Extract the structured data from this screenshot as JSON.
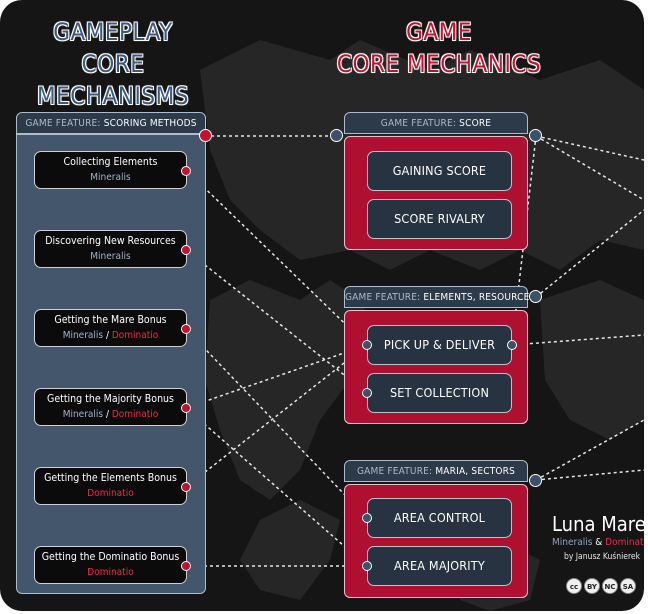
{
  "left_heading": [
    "GAMEPLAY",
    "CORE MECHANISMS"
  ],
  "right_heading": [
    "GAME",
    "CORE MECHANICS"
  ],
  "left_group": {
    "prefix": "GAME FEATURE:",
    "value": "SCORING METHODS",
    "items": [
      {
        "title": "Collecting Elements",
        "sub": [
          {
            "text": "Mineralis",
            "kind": "mineralis"
          }
        ]
      },
      {
        "title": "Discovering New Resources",
        "sub": [
          {
            "text": "Mineralis",
            "kind": "mineralis"
          }
        ]
      },
      {
        "title": "Getting the Mare Bonus",
        "sub": [
          {
            "text": "Mineralis",
            "kind": "mineralis"
          },
          {
            "text": " / ",
            "kind": "sep"
          },
          {
            "text": "Dominatio",
            "kind": "dominatio"
          }
        ]
      },
      {
        "title": "Getting the Majority Bonus",
        "sub": [
          {
            "text": "Mineralis",
            "kind": "mineralis"
          },
          {
            "text": " / ",
            "kind": "sep"
          },
          {
            "text": "Dominatio",
            "kind": "dominatio"
          }
        ]
      },
      {
        "title": "Getting the Elements Bonus",
        "sub": [
          {
            "text": "Dominatio",
            "kind": "dominatio"
          }
        ]
      },
      {
        "title": "Getting the Dominatio Bonus",
        "sub": [
          {
            "text": "Dominatio",
            "kind": "dominatio"
          }
        ]
      }
    ]
  },
  "right_groups": [
    {
      "prefix": "GAME FEATURE:",
      "value": "SCORE",
      "items": [
        "GAINING SCORE",
        "SCORE RIVALRY"
      ]
    },
    {
      "prefix": "GAME FEATURE:",
      "value": "ELEMENTS, RESOURCES",
      "items": [
        "PICK UP & DELIVER",
        "SET COLLECTION"
      ]
    },
    {
      "prefix": "GAME FEATURE:",
      "value": "MARIA, SECTORS",
      "items": [
        "AREA CONTROL",
        "AREA MAJORITY"
      ]
    }
  ],
  "brand": {
    "title": "Luna Mare",
    "sub_1": "Mineralis",
    "amp": " & ",
    "sub_2": "Dominatio",
    "author": "by Janusz Kuśnierek"
  },
  "license": {
    "icons": [
      "cc",
      "BY",
      "NC",
      "SA"
    ]
  },
  "colors": {
    "background": "#151515",
    "mechanism_panel": "#44566c",
    "mechanic_panel": "#b01030",
    "accent_red": "#c8102e",
    "mineralis": "#9fb4cc",
    "dominatio": "#ef2b47"
  }
}
